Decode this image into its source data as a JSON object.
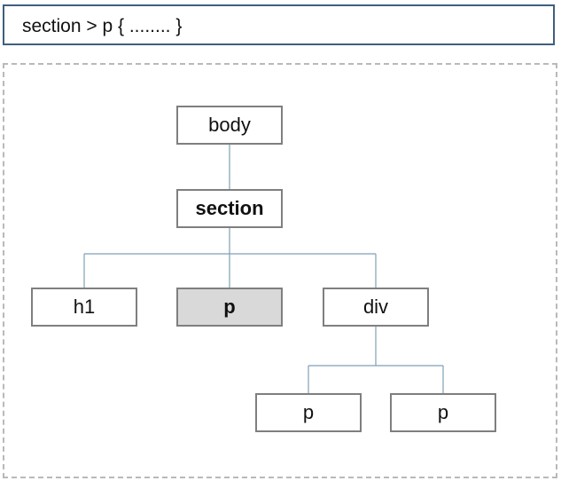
{
  "header": {
    "selector": "section > p { ........ }"
  },
  "tree": {
    "body": "body",
    "section": "section",
    "h1": "h1",
    "p_selected": "p",
    "div": "div",
    "p_left": "p",
    "p_right": "p"
  },
  "colors": {
    "header_border": "#3f5f7f",
    "node_border": "#7f7f7f",
    "connector": "#7f9fb8",
    "highlight_fill": "#d9d9d9",
    "dashed_border": "#b9b9b9"
  }
}
